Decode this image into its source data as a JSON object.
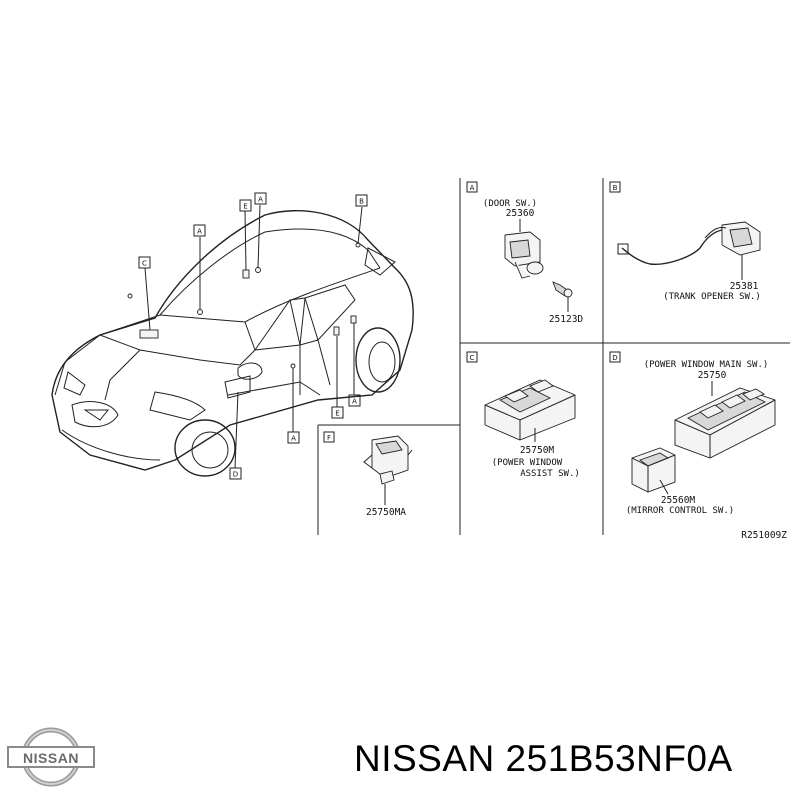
{
  "callouts": {
    "A": "A",
    "B": "B",
    "C": "C",
    "D": "D",
    "E": "E",
    "F": "F"
  },
  "panels": {
    "A": {
      "key": "A",
      "title": "(DOOR SW.)",
      "part1": "25360",
      "part2": "25123D"
    },
    "B": {
      "key": "B",
      "part": "25381",
      "title": "(TRANK OPENER SW.)"
    },
    "C": {
      "key": "C",
      "part": "25750M",
      "title_line1": "(POWER WINDOW",
      "title_line2": "ASSIST SW.)"
    },
    "D": {
      "key": "D",
      "title": "(POWER WINDOW MAIN SW.)",
      "part1": "25750",
      "part2": "25560M",
      "title2": "(MIRROR CONTROL SW.)"
    },
    "F": {
      "key": "F",
      "part": "25750MA"
    }
  },
  "figure_code": "R251009Z",
  "footer": {
    "brand": "NISSAN",
    "caption": "NISSAN 251B53NF0A"
  }
}
